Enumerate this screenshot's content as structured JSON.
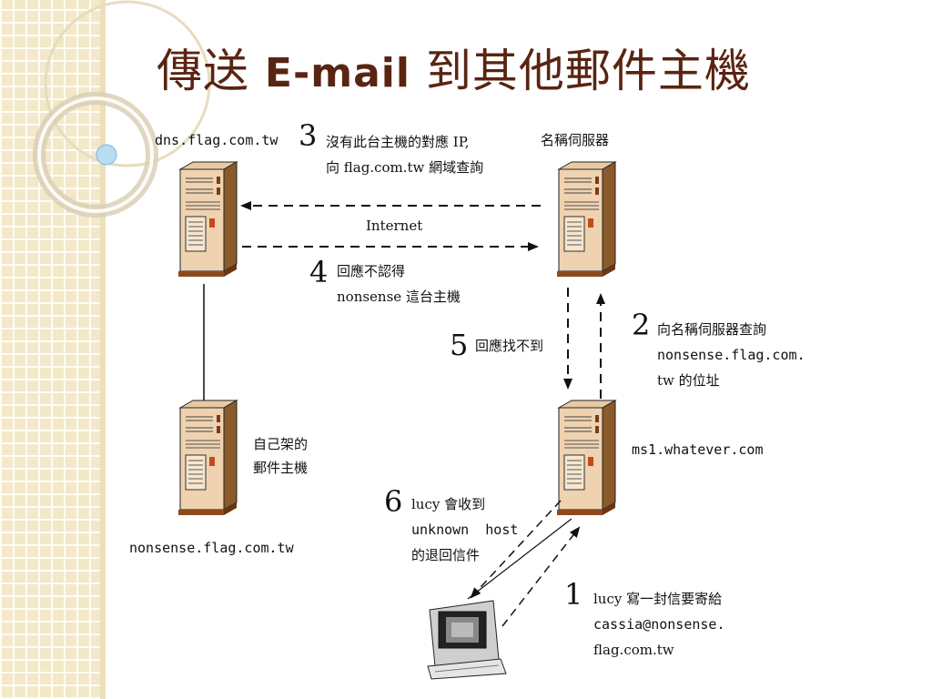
{
  "slide": {
    "title_prefix": "傳送 ",
    "title_latin": "E-mail",
    "title_suffix": " 到其他郵件主機"
  },
  "hosts": {
    "dns_server": "dns.flag.com.tw",
    "name_server": "名稱伺服器",
    "own_host_line1": "自己架的",
    "own_host_line2": "郵件主機",
    "own_host_domain": "nonsense.flag.com.tw",
    "ms1": "ms1.whatever.com"
  },
  "network": {
    "label": "Internet"
  },
  "steps": [
    {
      "num": "1",
      "lines": [
        "lucy 寫一封信要寄給",
        "cassia@nonsense.",
        "flag.com.tw"
      ]
    },
    {
      "num": "2",
      "lines": [
        "向名稱伺服器查詢",
        "nonsense.flag.com.",
        "tw 的位址"
      ]
    },
    {
      "num": "3",
      "lines": [
        "沒有此台主機的對應 IP,",
        "向 flag.com.tw 網域查詢"
      ]
    },
    {
      "num": "4",
      "lines": [
        "回應不認得",
        "nonsense 這台主機"
      ]
    },
    {
      "num": "5",
      "lines": [
        "回應找不到"
      ]
    },
    {
      "num": "6",
      "lines": [
        "lucy 會收到",
        "unknown  host",
        "的退回信件"
      ]
    }
  ]
}
